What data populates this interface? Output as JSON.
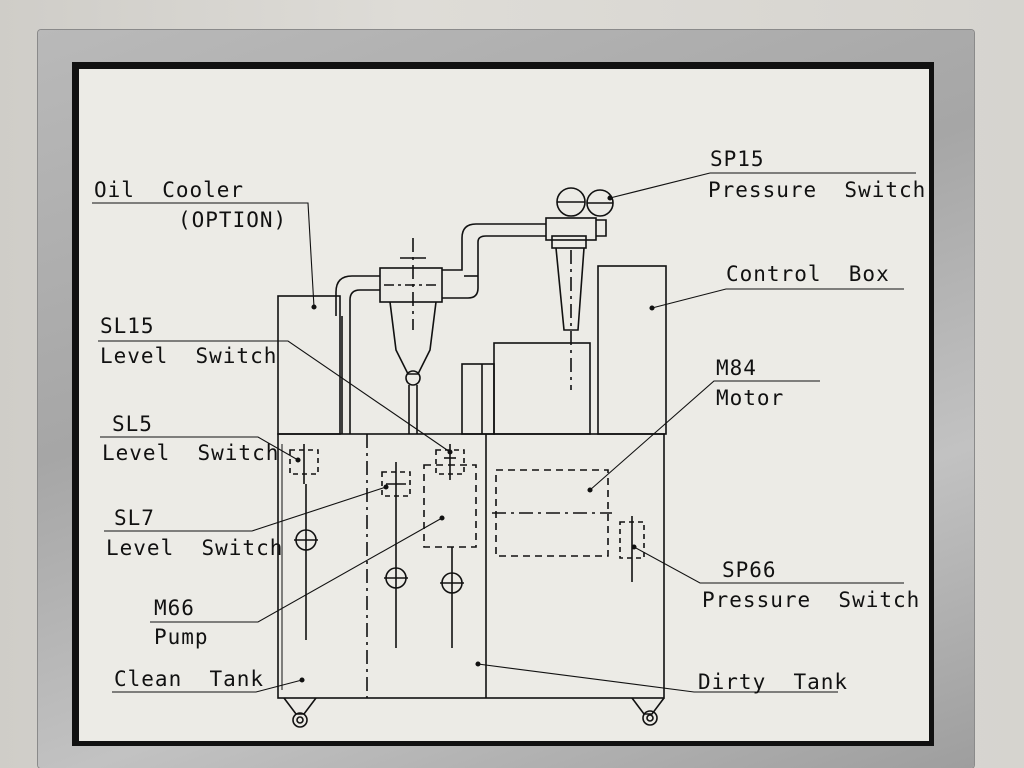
{
  "labels": {
    "sp15_code": "SP15",
    "sp15_name": "Pressure  Switch",
    "oil_cooler": "Oil  Cooler",
    "oil_cooler_option": "(OPTION)",
    "control_box": "Control  Box",
    "sl15_code": "SL15",
    "sl15_name": "Level  Switch",
    "m84_code": "M84",
    "m84_name": "Motor",
    "sl5_code": "SL5",
    "sl5_name": "Level  Switch",
    "sl7_code": "SL7",
    "sl7_name": "Level  Switch",
    "sp66_code": "SP66",
    "sp66_name": "Pressure  Switch",
    "m66_code": "M66",
    "m66_name": "Pump",
    "clean_tank": "Clean  Tank",
    "dirty_tank": "Dirty  Tank"
  },
  "colors": {
    "plate": "#aaaaaa",
    "panel_border": "#111111",
    "panel_background": "#ecebe6",
    "line": "#111111"
  }
}
